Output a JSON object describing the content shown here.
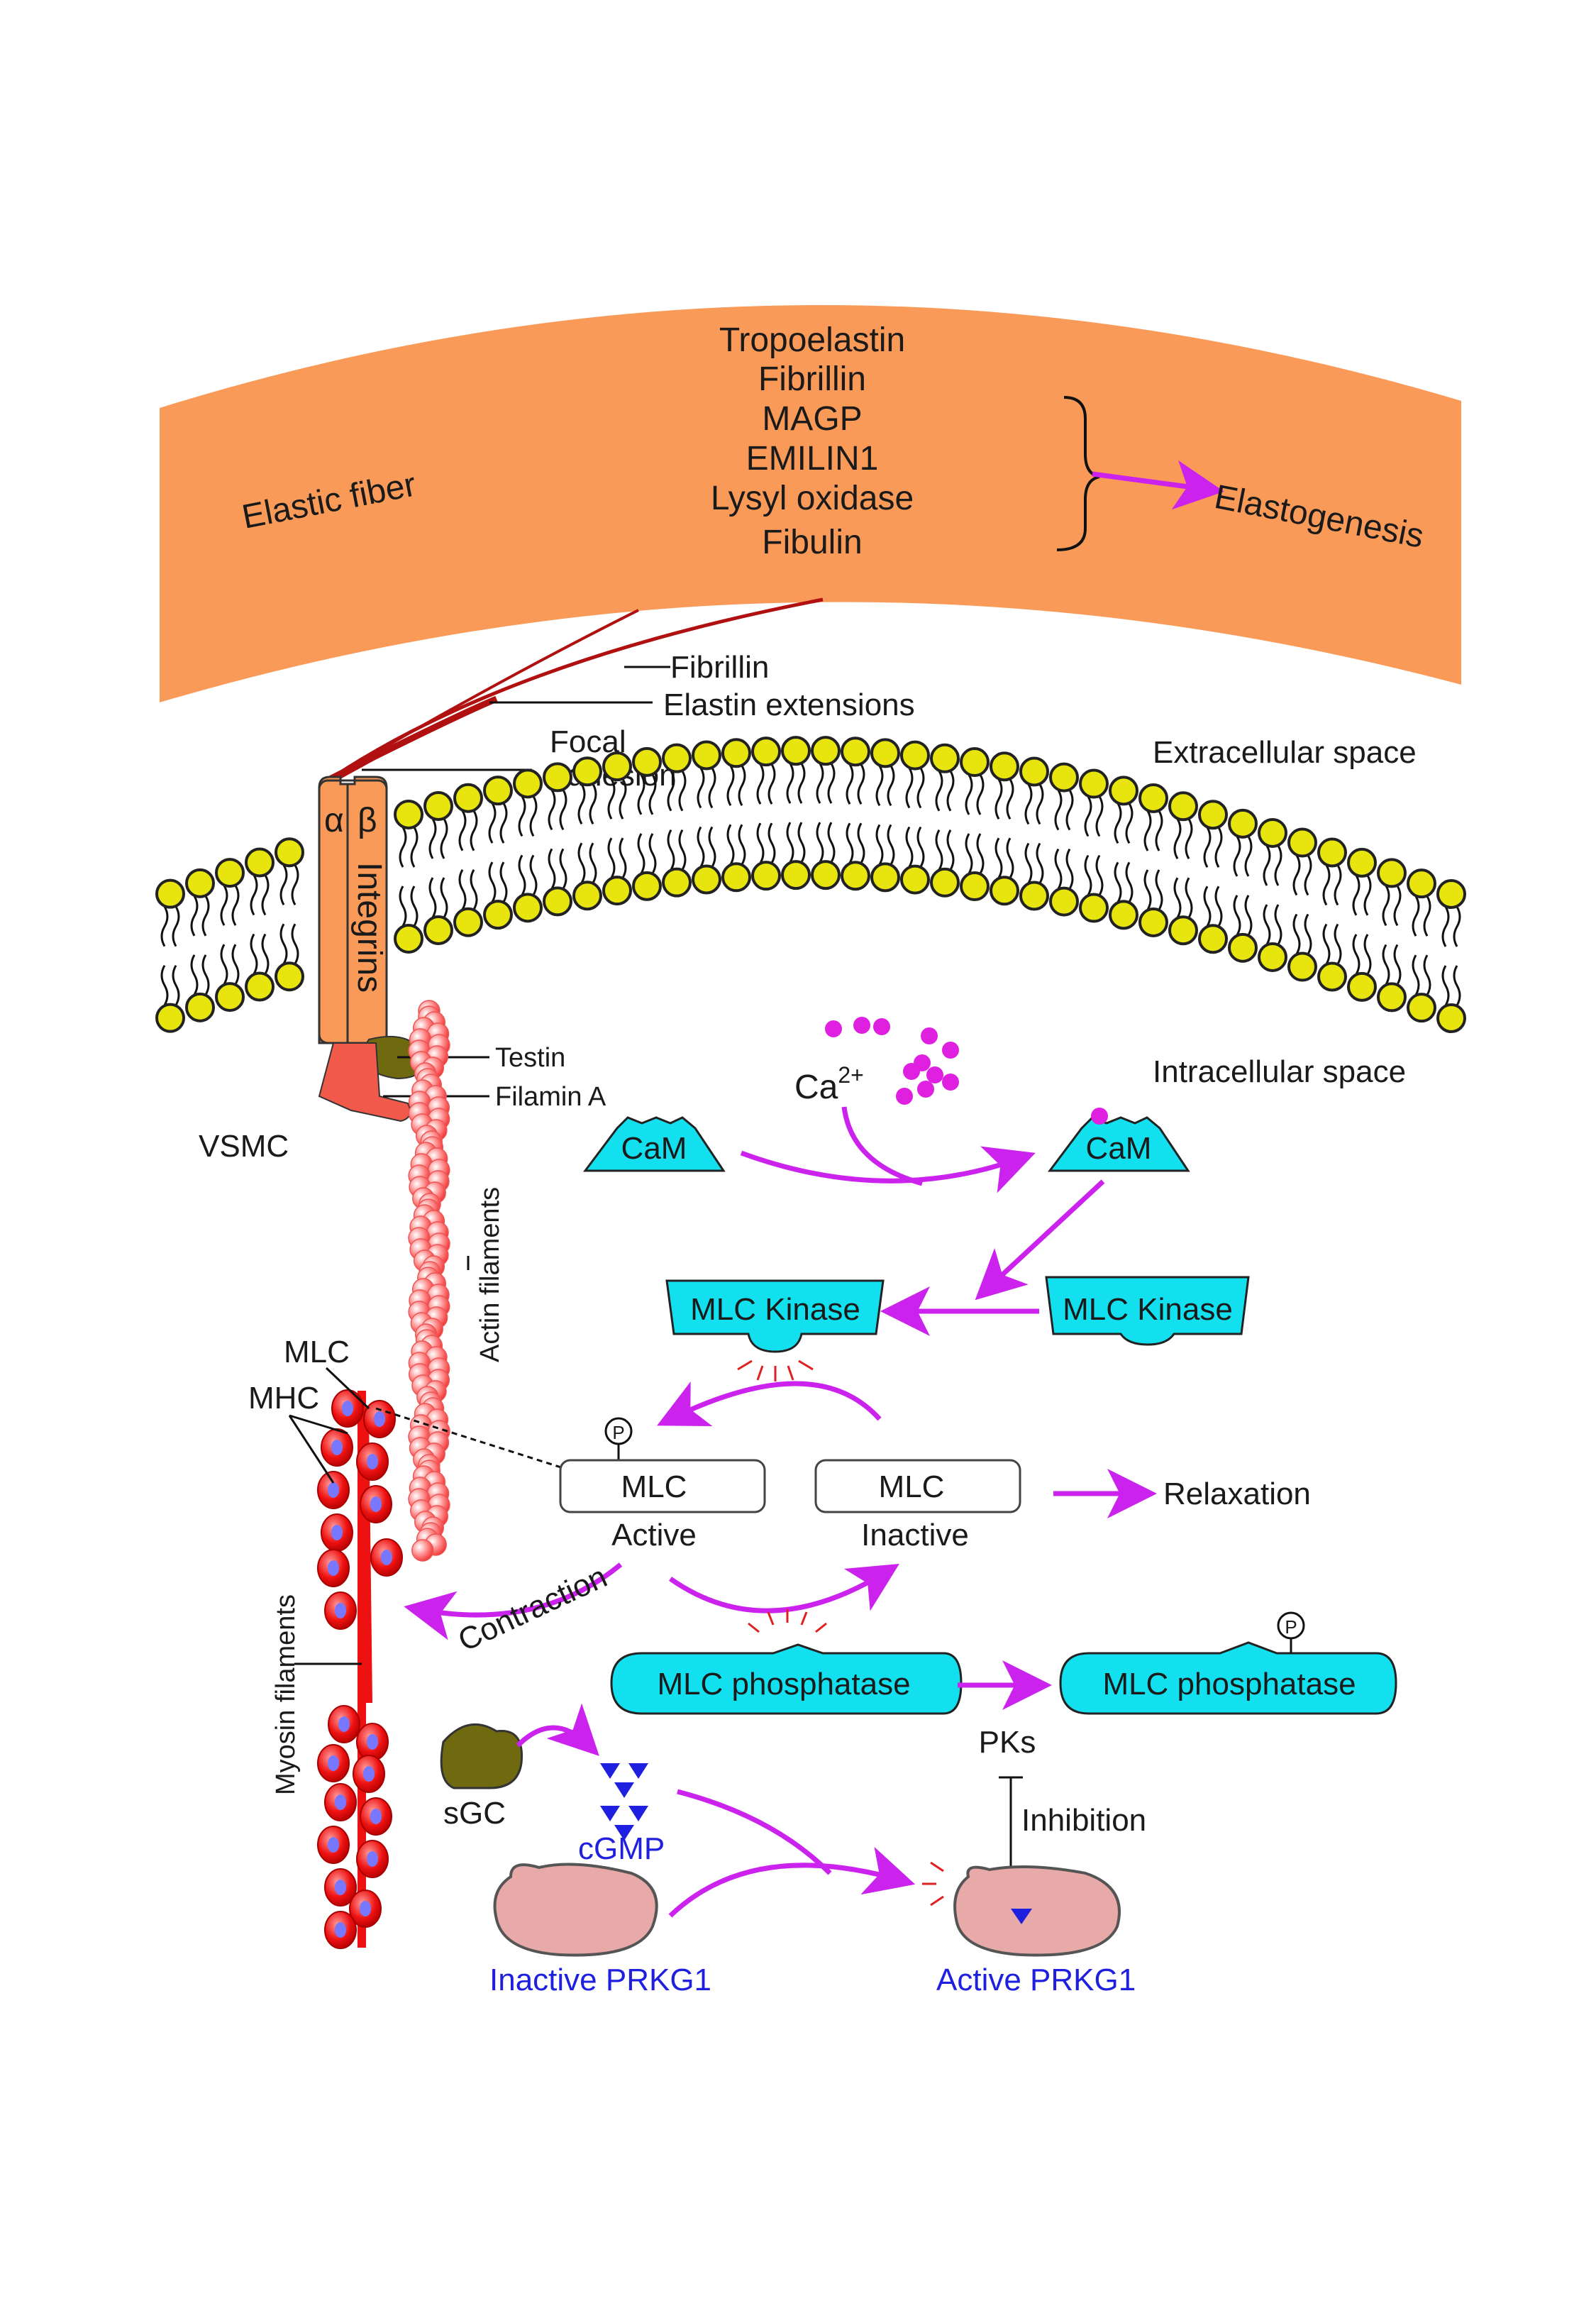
{
  "elastic_fiber": {
    "label": "Elastic fiber",
    "components": [
      "Tropoelastin",
      "Fibrillin",
      "MAGP",
      "EMILIN1",
      "Lysyl oxidase",
      "Fibulin"
    ],
    "outcome": "Elastogenesis"
  },
  "extensions": {
    "fibrillin": "Fibrillin",
    "elastin": "Elastin extensions",
    "focal_1": "Focal",
    "focal_2": "adhesion"
  },
  "spaces": {
    "extracellular": "Extracellular space",
    "intracellular": "Intracellular space"
  },
  "integrin": {
    "alpha": "α",
    "beta": "β",
    "label": "Integrins"
  },
  "adaptors": {
    "testin": "Testin",
    "filamin": "Filamin A"
  },
  "cell_label": "VSMC",
  "filaments": {
    "actin": "Actin filaments",
    "myosin": "Myosin filaments",
    "mlc": "MLC",
    "mhc": "MHC"
  },
  "calcium": {
    "ion": "Ca",
    "charge": "2+"
  },
  "cam": {
    "free": "CaM",
    "bound": "CaM"
  },
  "kinase": {
    "active": "MLC Kinase",
    "inactive": "MLC Kinase"
  },
  "mlc_states": {
    "active_box": "MLC",
    "active_label": "Active",
    "phospho": "P",
    "inactive_box": "MLC",
    "inactive_label": "Inactive"
  },
  "outcomes": {
    "relaxation": "Relaxation",
    "contraction": "Contraction"
  },
  "phosphatase": {
    "active": "MLC phosphatase",
    "inactive": "MLC phosphatase",
    "phospho": "P"
  },
  "signaling": {
    "pks": "PKs",
    "inhibition": "Inhibition",
    "sgc": "sGC",
    "cgmp": "cGMP",
    "inactive_prkg1": "Inactive PRKG1",
    "active_prkg1": "Active PRKG1"
  },
  "colors": {
    "fiber": "#f99a58",
    "arrow": "#cc22ee",
    "cyan": "#12e0ee",
    "head": "#e8e40e",
    "actin": "#ee4444",
    "myosin": "#ee1111",
    "prkg": "#e8aaa8",
    "sgc": "#6f6a10",
    "blue_text": "#1f1fe0"
  }
}
